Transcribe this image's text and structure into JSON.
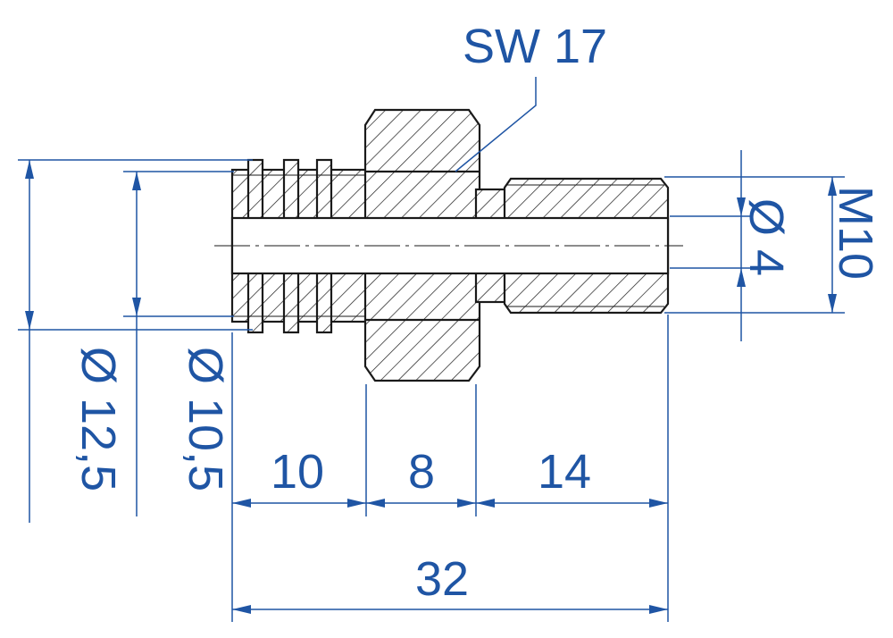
{
  "colors": {
    "dimension": "#1f55a4",
    "outline": "#1a1a1a",
    "background": "#ffffff"
  },
  "labels": {
    "wrench_size": "SW 17",
    "thread": "M10",
    "bore_dia": "Ø 4",
    "outer_dia": "Ø 12,5",
    "groove_dia": "Ø 10,5",
    "len_grooved": "10",
    "len_hex": "8",
    "len_thread": "14",
    "len_total": "32"
  }
}
